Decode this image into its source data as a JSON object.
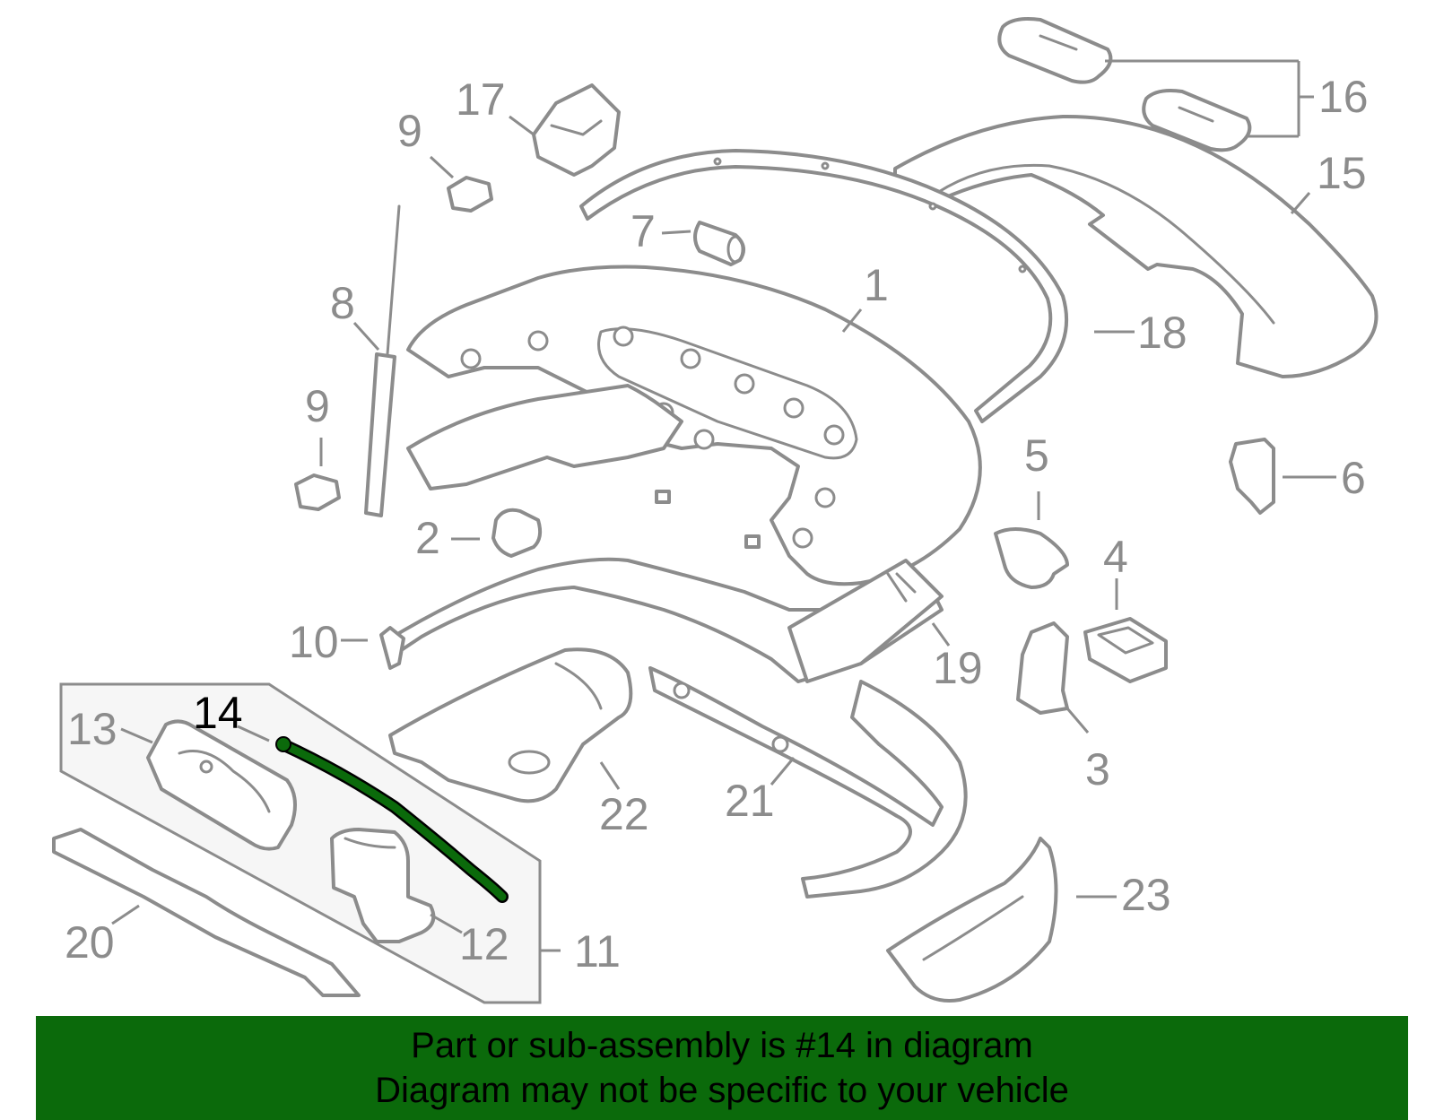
{
  "diagram": {
    "callouts": [
      "1",
      "2",
      "3",
      "4",
      "5",
      "6",
      "7",
      "8",
      "9",
      "9",
      "10",
      "11",
      "12",
      "13",
      "14",
      "15",
      "16",
      "17",
      "18",
      "19",
      "20",
      "21",
      "22",
      "23"
    ],
    "highlight_callout": "14",
    "highlight_color": "#0b6a0b",
    "line_color": "#8c8c8c"
  },
  "footer": {
    "line1": "Part or sub-assembly is #14 in diagram",
    "line2": "Diagram may not be specific to your vehicle",
    "background": "#0b6a0b"
  }
}
